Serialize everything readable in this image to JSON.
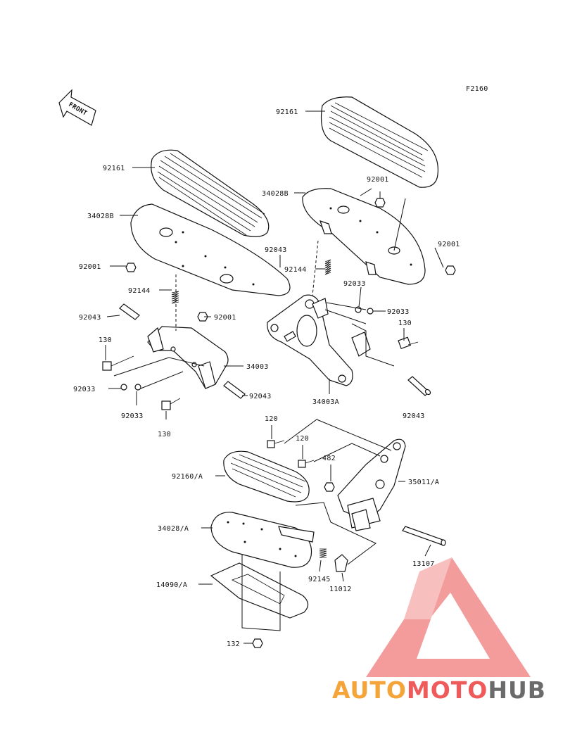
{
  "diagram_code": "F2160",
  "front_arrow_label": "FRONT",
  "labels": {
    "l_92161_top": "92161",
    "l_92001_a": "92001",
    "l_34028b_right": "34028B",
    "l_92001_b": "92001",
    "l_92043_a": "92043",
    "l_92144_right": "92144",
    "l_92033_a": "92033",
    "l_92033_b": "92033",
    "l_130_right": "130",
    "l_92161_left": "92161",
    "l_34028b_left": "34028B",
    "l_92001_c": "92001",
    "l_92144_left": "92144",
    "l_92043_b": "92043",
    "l_92001_d": "92001",
    "l_130_left": "130",
    "l_34003": "34003",
    "l_92033_c": "92033",
    "l_92033_d": "92033",
    "l_92043_c": "92043",
    "l_130_bottom": "130",
    "l_34003a": "34003A",
    "l_92043_d": "92043",
    "l_120_a": "120",
    "l_120_b": "120",
    "l_482": "482",
    "l_92160a": "92160/A",
    "l_35011a": "35011/A",
    "l_34028a": "34028/A",
    "l_13107": "13107",
    "l_92145": "92145",
    "l_11012": "11012",
    "l_14090a": "14090/A",
    "l_132": "132"
  },
  "watermark": {
    "part1": "AUTO",
    "part2": "MOTO",
    "part3": "HUB",
    "color_orange": "#f5a43a",
    "color_red": "#ef5a5a",
    "color_gray": "#6b6b6b",
    "triangle_color": "#f28b8b"
  }
}
